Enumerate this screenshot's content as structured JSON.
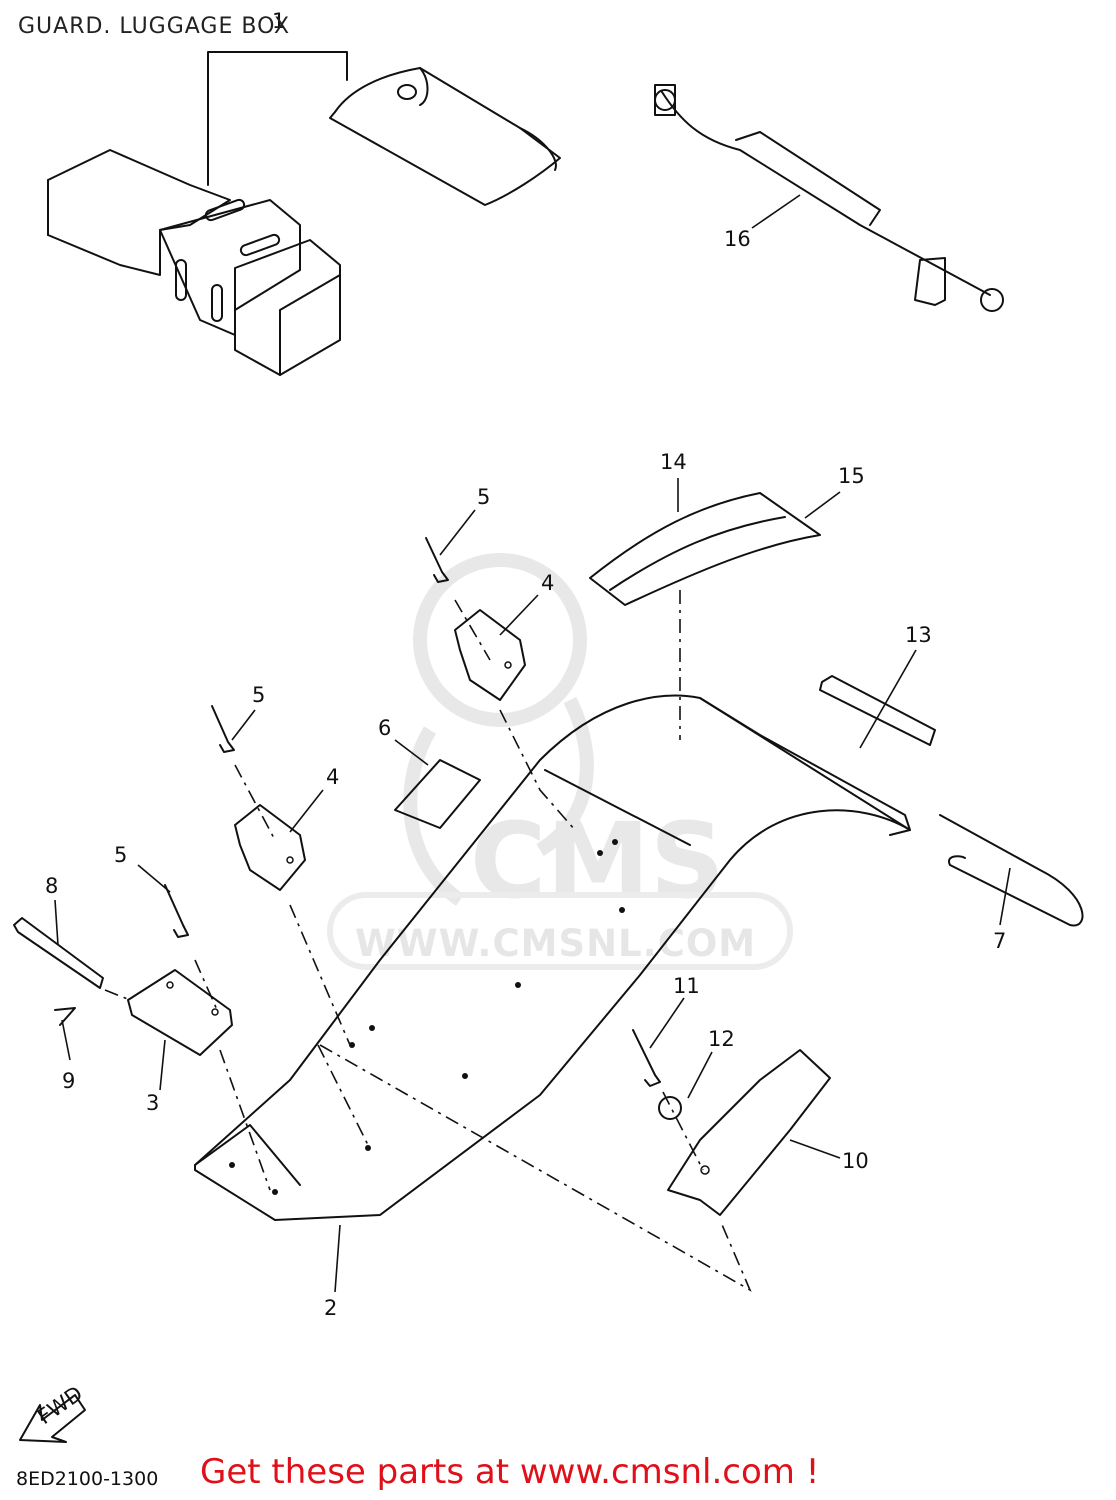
{
  "title": "GUARD. LUGGAGE BOX",
  "diagram_code": "8ED2100-1300",
  "promo": "Get these parts at www.cmsnl.com !",
  "watermark": {
    "logo": "CMS",
    "url": "WWW.CMSNL.COM"
  },
  "fwd_label": "FWD",
  "callouts": [
    {
      "id": "1",
      "label": "1"
    },
    {
      "id": "2",
      "label": "2"
    },
    {
      "id": "3",
      "label": "3"
    },
    {
      "id": "4a",
      "label": "4"
    },
    {
      "id": "4b",
      "label": "4"
    },
    {
      "id": "5a",
      "label": "5"
    },
    {
      "id": "5b",
      "label": "5"
    },
    {
      "id": "5c",
      "label": "5"
    },
    {
      "id": "6",
      "label": "6"
    },
    {
      "id": "7",
      "label": "7"
    },
    {
      "id": "8",
      "label": "8"
    },
    {
      "id": "9",
      "label": "9"
    },
    {
      "id": "10",
      "label": "10"
    },
    {
      "id": "11",
      "label": "11"
    },
    {
      "id": "12",
      "label": "12"
    },
    {
      "id": "13",
      "label": "13"
    },
    {
      "id": "14",
      "label": "14"
    },
    {
      "id": "15",
      "label": "15"
    },
    {
      "id": "16",
      "label": "16"
    }
  ],
  "colors": {
    "line": "#111111",
    "promo": "#e0101a",
    "watermark": "#e6e6e6"
  }
}
